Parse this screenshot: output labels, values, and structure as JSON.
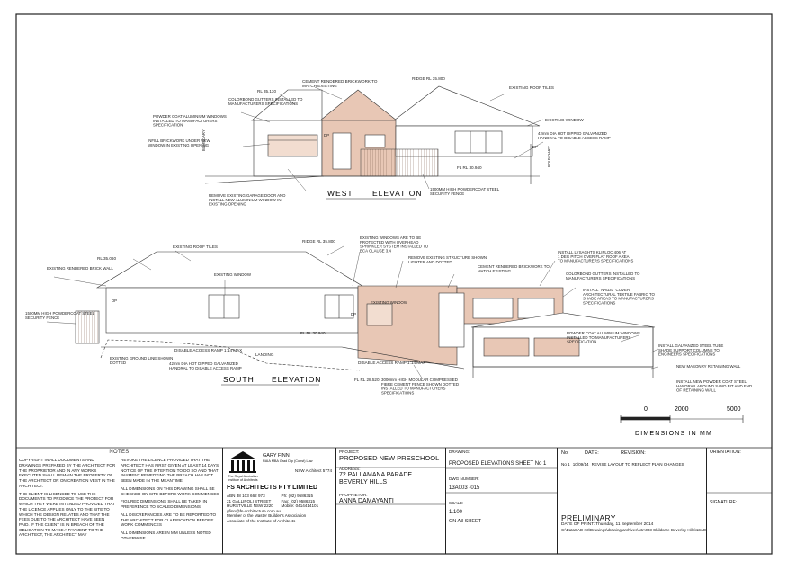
{
  "elevations": {
    "west": {
      "title_left": "WEST",
      "title_right": "ELEVATION",
      "annotations": [
        "RL 35.130",
        "CEMENT RENDERED BRICKWORK TO MATCH EXISTING",
        "RIDGE RL 35.800",
        "EXISTING ROOF TILES",
        "COLORBOND GUTTERS INSTALLED TO MANUFACTURERS SPECIFICATIONS",
        "POWDER COAT ALUMINIUM WINDOWS INSTALLED TO MANUFACTURERS SPECIFICATION",
        "EXISTING WINDOW",
        "INFILL BRICKWORK UNDER NEW WINDOW IN EXISTING OPENING",
        "42mm DIA HOT DIPPED GALVANIZED HANDRAL TO DISABLE ACCESS RAMP",
        "DP",
        "DP",
        "BOUNDARY",
        "BOUNDARY",
        "FL RL 30.940",
        "REMOVE EXISTING GARAGE DOOR AND INSTALL NEW ALUMINIUM WINDOW IN EXISTING OPENING",
        "1500MM HIGH POWDERCOAT STEEL SECURITY FENCE"
      ]
    },
    "south": {
      "title_left": "SOUTH",
      "title_right": "ELEVATION",
      "annotations": [
        "RL 35.060",
        "EXISTING ROOF TILES",
        "RIDGE RL 35.800",
        "EXISTING WINDOWS ARE TO BE PROTECTED WITH OVERHEAD SPRINKLER SYSTEM INSTALLED TO BCA CLAUSE 3.4",
        "INSTALL LYSAGHTS KLIPLOC 406 AT 1 DEG PITCH OVER FLAT ROOF AREA TO MANUFACTURERS SPECIFICATIONS",
        "EXISTING RENDERED BRICK WALL",
        "EXISTING WINDOW",
        "REMOVE EXISTING STRUCTURE SHOWN LIGHTER AND DOTTED",
        "CEMENT RENDERED BRICKWORK TO MATCH EXISTING",
        "COLORBOND GUTTERS INSTALLED TO MANUFACTURERS SPECIFICATIONS",
        "INSTALL \"NAIZIL\" COVER ARCHITECTURAL TEXTILE FABRIC TO SHADE AREAS TO MANUFACTURERS SPECIFICATIONS",
        "1500MM HIGH POWDERCOAT STEEL SECURITY FENCE",
        "EXISTING WINDOW",
        "DP",
        "DP",
        "FL RL 30.940",
        "POWDER COAT ALUMINIUM WINDOWS INSTALLED TO MANUFACTURERS SPECIFICATION",
        "INSTALL GALVANZED STEEL TUBE SHADE SUPPORT COLUMNS TO ENGINEERS SPECIFICATIONS",
        "DISABLE ACCESS RAMP 1:14 MAX",
        "LANDING",
        "EXISTING GROUND LINE SHOWN DOTTED",
        "42mm DIA HOT DIPPED GALVANIZED HANDRAL TO DISABLE ACCESS RAMP",
        "DISABLE ACCESS RAMP 1:14 MAX",
        "NEW MASONRY RETAINING WALL",
        "FL RL 28.520",
        "INSTALL NEW POWDER COAT STEEL HANDRAIL AROUND SAND PIT AND END OF RETAINING WALL",
        "3000mm HIGH MODULAR COMPRESSED FIBRE CEMENT FENCE SHOWN DOTTED INSTALLED TO MANUFACTURERS SPECIFICATIONS"
      ]
    }
  },
  "scale_bar": {
    "ticks": [
      "0",
      "2000",
      "5000"
    ],
    "label": "DIMENSIONS IN MM"
  },
  "title_block": {
    "notes": {
      "heading": "NOTES",
      "col1": [
        "COPYRIGHT IN ALL DOCUMENTS AND DRAWINGS PREPARED BY THE ARCHITECT FOR THE PROPRIETOR AND IN ANY WORKS EXECUTED SHALL REMAIN THE PROPERTY OF THE ARCHITECT OR ON CREATION VEST IN THE ARCHITECT.",
        "THE CLIENT IS LICENCED TO USE THE DOCUMENTS TO PRODUCE THE PROJECT FOR WHICH THEY WERE INTENDED PROVIDED THAT THE LICENCE APPLIES ONLY TO THE SITE TO WHICH THE DESIGN RELATES AND THAT THE FEES DUE TO THE ARCHITECT HAVE BEEN PAID. IF THE CLIENT IS IN BREACH OF THE OBLIGATION TO MAKE A PAYMENT TO THE ARCHITECT, THE ARCHITECT MAY"
      ],
      "col2": [
        "REVOKE THE LICENCE PROVIDED THAT THE ARCHITECT HAS FIRST GIVEN AT LEAST 14 DAYS NOTICE OF THE INTENTION TO DO SO AND THAT PAYMENT REMEDYING THE BREACH HAS NOT BEEN MADE IN THE MEANTIME",
        "ALL DIMENSIONS ON THIS DRAWING SHALL BE CHECKED ON SITE BEFORE WORK COMMENCES",
        "FIGURED DIMENSIONS SHALL BE TAKEN IN PREFERENCE TO SCALED DIMENSIONS",
        "ALL DISCREPANCIES ARE TO BE REPORTED TO THE ARCHITECT FOR CLARIFICATION BEFORE WORK COMMENCES",
        "ALL DIMENSIONS ARE IN MM UNLESS NOTED OTHERWISE"
      ]
    },
    "firm": {
      "architect_name": "GARY FINN",
      "qualifications": "RAIA MBA Grad Dip (Const) Law",
      "registration": "NSW Architect 5774",
      "logo_text": "The Royal Australian Institute of Architects",
      "name": "FS ARCHITECTS PTY LIMITED",
      "contact_left": [
        "ABN 38 103 662 973",
        "21 GALLIPOLI STREET",
        "HURSTVILLE NSW 2220",
        "gfinn@fs-architecture.com.au"
      ],
      "contact_right": [
        "Ph: (02) 9586315",
        "Fax: (02) 9586315",
        "Mobile: 0414414101"
      ],
      "memberships": [
        "Member of the Master Builder's Association",
        "Associate of the Institute of Architects"
      ]
    },
    "project": {
      "project_label": "PROJECT:",
      "project_value": "PROPOSED NEW PRESCHOOL",
      "address_label": "ADDRESS:",
      "address_lines": [
        "72 PALLAMANA PARADE",
        "BEVERLY HILLS"
      ],
      "proprietor_label": "PROPRIETOR:",
      "proprietor_value": "ANNA DAMAYANTI"
    },
    "drawing": {
      "drawing_label": "DRAWING:",
      "drawing_value": "PROPOSED ELEVATIONS SHEET No 1",
      "dwg_label": "DWG NUMBER:",
      "dwg_value": "13A003 -015",
      "scale_label": "SCALE:",
      "scale_value": "1.100",
      "sheet": "ON A3 SHEET"
    },
    "revisions": {
      "col_no": "No:",
      "col_date": "DATE:",
      "col_revision": "REVISION:",
      "rows": [
        {
          "no": "No 1",
          "date": "10/09/14",
          "text": "REVISE LAYOUT TO REFLECT PLAN CHANGES"
        }
      ],
      "status": "PRELIMINARY",
      "print_date": "DATE OF PRINT: Thursday, 11 September 2014",
      "file_path": "C:\\DataCAD X3\\Drawings\\drawing archives\\13A003 Childcare-Beverley Hills\\13A003A"
    },
    "orientation_label": "ORIENTATION:",
    "signature_label": "SIGNATURE:"
  },
  "colors": {
    "line": "#222222",
    "new_work_fill": "#e8c7b5",
    "light_fill": "#f6e7dd",
    "existing_line": "#9a9a9a"
  }
}
